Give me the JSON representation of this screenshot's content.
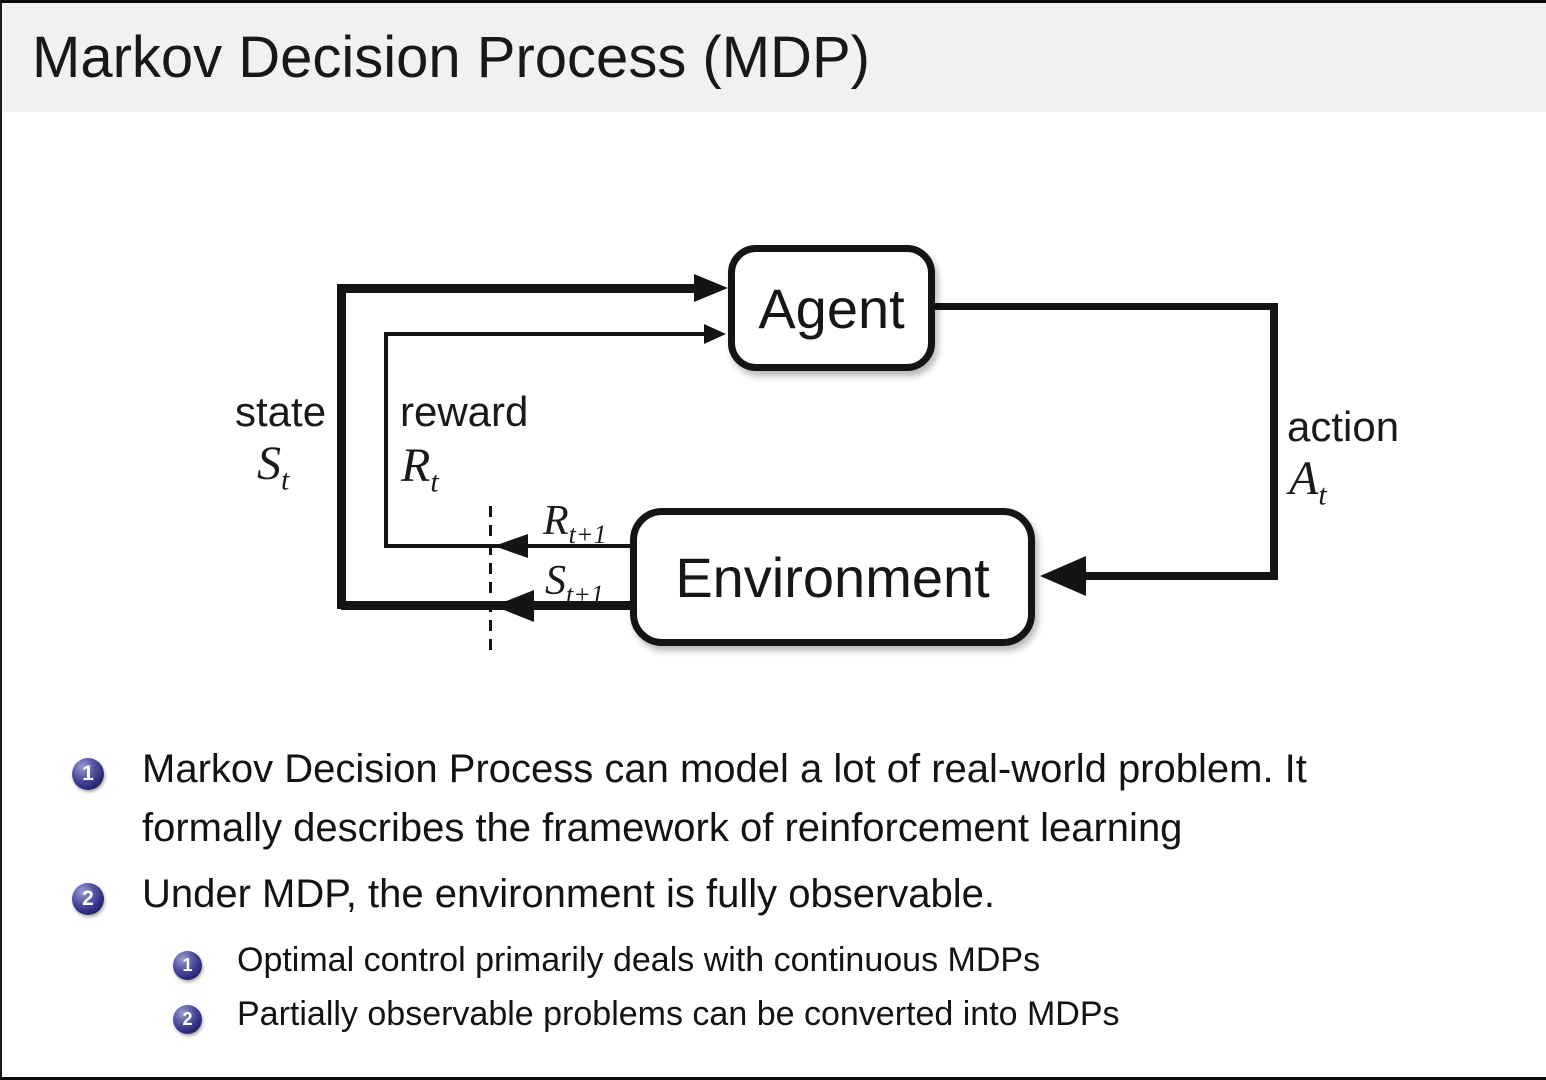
{
  "slide": {
    "title": "Markov Decision Process (MDP)"
  },
  "diagram": {
    "agent_label": "Agent",
    "environment_label": "Environment",
    "state_label": "state",
    "reward_label": "reward",
    "action_label": "action",
    "symbols": {
      "state": {
        "base": "S",
        "sub": "t"
      },
      "reward": {
        "base": "R",
        "sub": "t"
      },
      "action": {
        "base": "A",
        "sub": "t"
      },
      "next_reward": {
        "base": "R",
        "sub": "t+1"
      },
      "next_state": {
        "base": "S",
        "sub": "t+1"
      }
    }
  },
  "bullets": [
    {
      "num": "1",
      "lines": [
        "Markov Decision Process can model a lot of real-world problem. It",
        "formally describes the framework of reinforcement learning"
      ]
    },
    {
      "num": "2",
      "lines": [
        "Under MDP, the environment is fully observable."
      ],
      "subs": [
        {
          "num": "1",
          "text": "Optimal control primarily deals with continuous MDPs"
        },
        {
          "num": "2",
          "text": "Partially observable problems can be converted into MDPs"
        }
      ]
    }
  ],
  "colors": {
    "header_bg": "#f1f1f1",
    "body_bg": "#ffffff",
    "line_black": "#141414",
    "badge_navy": "#26267a",
    "badge_text": "#ffffff"
  }
}
